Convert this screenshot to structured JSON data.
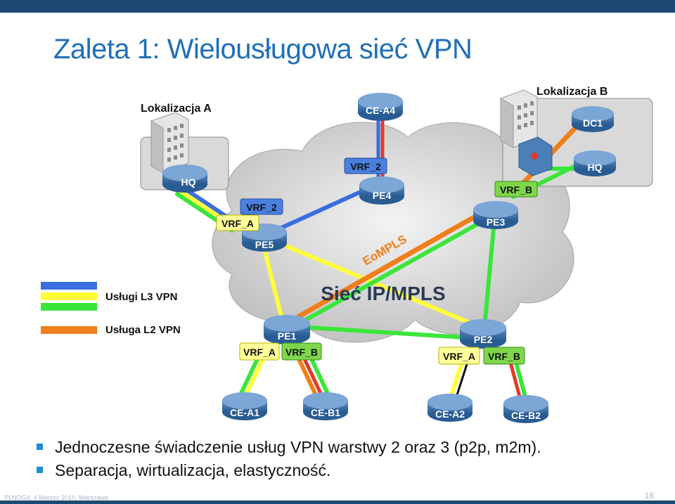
{
  "title": "Zaleta 1: Wielousługowa sieć VPN",
  "sites": {
    "a": "Lokalizacja A",
    "b": "Lokalizacja B"
  },
  "cloud_label": "Sieć IP/MPLS",
  "eompls_label": "EoMPLS",
  "legend": {
    "l3": "Usługi L3 VPN",
    "l2": "Usługa L2 VPN"
  },
  "routers": {
    "hq_a": "HQ",
    "ce_a4": "CE-A4",
    "dc1": "DC1",
    "hq_b": "HQ",
    "pe4": "PE4",
    "pe5": "PE5",
    "pe3": "PE3",
    "pe1": "PE1",
    "pe2": "PE2",
    "ce_a1": "CE-A1",
    "ce_b1": "CE-B1",
    "ce_a2": "CE-A2",
    "ce_b2": "CE-B2"
  },
  "vrf": {
    "pe4_vrf2": "VRF_2",
    "pe5_vrf2": "VRF_2",
    "pe5_vrfa": "VRF_A",
    "pe3_vrfb": "VRF_B",
    "pe1_vrfa": "VRF_A",
    "pe1_vrfb": "VRF_B",
    "pe2_vrfa": "VRF_A",
    "pe2_vrfb": "VRF_B"
  },
  "bullets": [
    "Jednoczesne świadczenie usług VPN warstwy 2 oraz 3 (p2p, m2m).",
    "Separacja, wirtualizacja, elastyczność."
  ],
  "footer": "PLNOG4, 4 Marzec 2010, Warszawa",
  "page_number": "16",
  "colors": {
    "l3_blue": "#3a6ee0",
    "l3_yellow": "#ffff3a",
    "l3_green": "#3ae63a",
    "l2_orange": "#f07e1a",
    "l2_red": "#e23a2a",
    "title": "#1f6fb8"
  }
}
